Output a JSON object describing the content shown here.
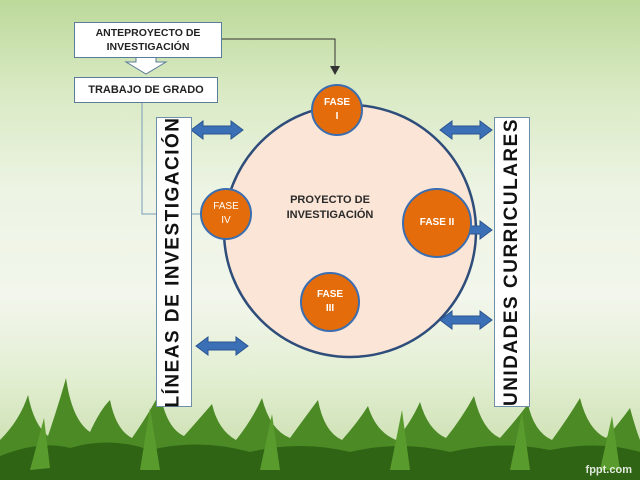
{
  "top_box": {
    "line1": "ANTEPROYECTO DE",
    "line2": "INVESTIGACIÓN"
  },
  "second_box": {
    "label": "TRABAJO DE GRADO"
  },
  "left_vertical": {
    "label": "LÍNEAS DE INVESTIGACIÓN"
  },
  "right_vertical": {
    "label": "UNIDADES CURRICULARES"
  },
  "center": {
    "line1": "PROYECTO DE",
    "line2": "INVESTIGACIÓN"
  },
  "phases": [
    {
      "line1": "FASE",
      "line2": "I"
    },
    {
      "line1": "FASE II",
      "line2": ""
    },
    {
      "line1": "FASE",
      "line2": "III"
    },
    {
      "line1": "FASE",
      "line2": "IV"
    }
  ],
  "watermark": "fppt.com",
  "colors": {
    "phase_fill": "#e46c0a",
    "circle_fill": "#fbe5d6",
    "circle_border": "#2e4d7b",
    "arrow_fill": "#3b6fb6",
    "box_border": "#5b7c99",
    "grass": "#3f7f1f"
  }
}
